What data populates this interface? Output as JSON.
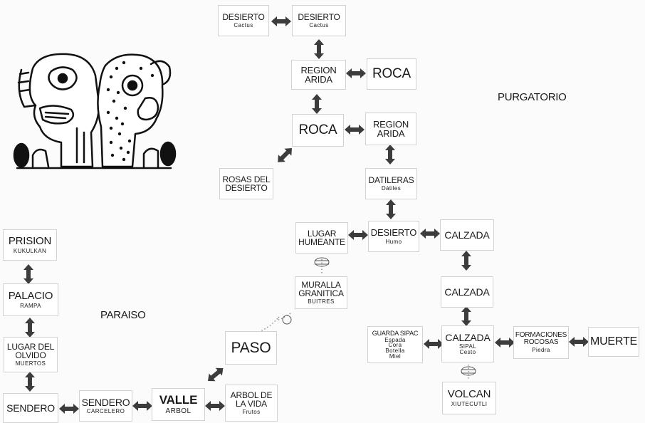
{
  "regions": {
    "purgatorio": "PURGATORIO",
    "paraiso": "PARAISO"
  },
  "nodes": {
    "desierto_cactus_1": {
      "label": "DESIERTO",
      "sub": "Cactus"
    },
    "desierto_cactus_2": {
      "label": "DESIERTO",
      "sub": "Cactus"
    },
    "region_arida_1": {
      "label": "REGION\nARIDA"
    },
    "roca_1": {
      "label": "ROCA"
    },
    "roca_2": {
      "label": "ROCA"
    },
    "region_arida_2": {
      "label": "REGION\nARIDA"
    },
    "rosas": {
      "label": "ROSAS DEL\nDESIERTO"
    },
    "datileras": {
      "label": "DATILERAS",
      "sub": "Dátiles"
    },
    "lugar_humeante": {
      "label": "LUGAR\nHUMEANTE"
    },
    "desierto_humo": {
      "label": "DESIERTO",
      "sub": "Humo"
    },
    "calzada_1": {
      "label": "CALZADA"
    },
    "muralla": {
      "label": "MURALLA\nGRANITICA",
      "sub": "BUITRES"
    },
    "calzada_2": {
      "label": "CALZADA"
    },
    "guarda": {
      "label": "GUARDA SIPAC",
      "sub": "Espada\nCora\nBotella\nMiel"
    },
    "calzada_sipal": {
      "label": "CALZADA",
      "sub": "SIPAL\nCesto"
    },
    "formaciones": {
      "label": "FORMACIONES\nROCOSAS",
      "sub": "Piedra"
    },
    "muerte": {
      "label": "MUERTE"
    },
    "volcan": {
      "label": "VOLCAN",
      "sub": "XIUTECUTLI"
    },
    "prision": {
      "label": "PRISION",
      "sub": "KUKULKAN"
    },
    "palacio": {
      "label": "PALACIO",
      "sub": "RAMPA"
    },
    "lugar_olvido": {
      "label": "LUGAR DEL\nOLVIDO",
      "sub": "MUERTOS"
    },
    "paso": {
      "label": "PASO"
    },
    "sendero_1": {
      "label": "SENDERO"
    },
    "sendero_2": {
      "label": "SENDERO",
      "sub": "CARCELERO"
    },
    "valle": {
      "label": "VALLE",
      "sub": "ARBOL"
    },
    "arbol": {
      "label": "ARBOL DE\nLA VIDA",
      "sub": "Frutos"
    }
  },
  "colors": {
    "arrow": "#3c3c3c",
    "text": "#1a1a1a",
    "node_border": "#d2d2d2",
    "background": "#fbfbfb"
  }
}
